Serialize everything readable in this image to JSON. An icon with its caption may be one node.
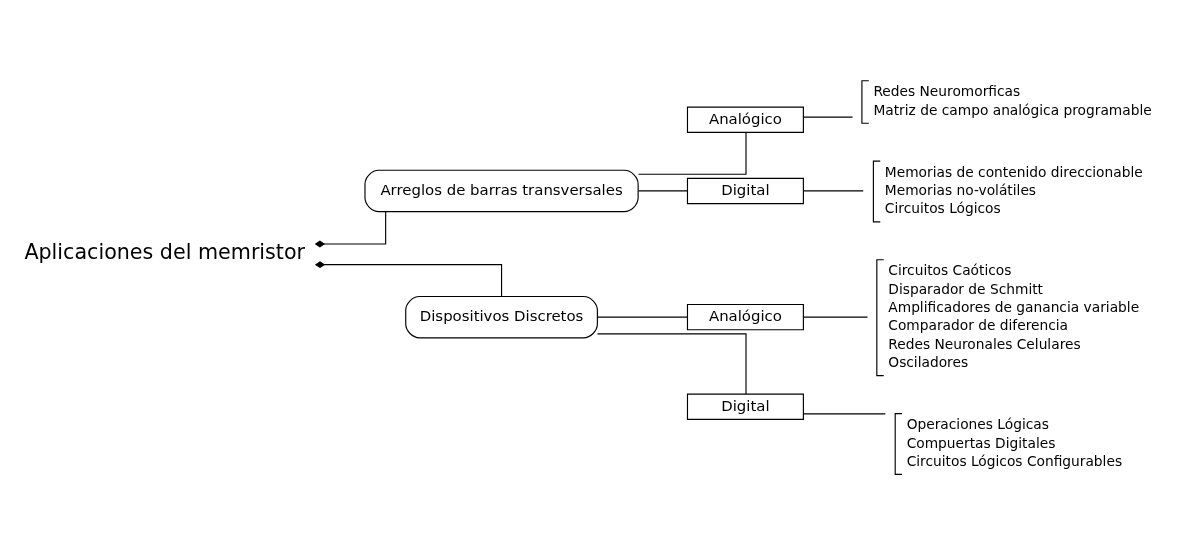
{
  "diagram": {
    "nodes": [
      {
        "text": [
          "Aplicaciones del memristor"
        ]
      },
      {
        "text": [
          "Arreglos de barras transversales"
        ]
      },
      {
        "text": [
          "Analógico"
        ]
      },
      {
        "text": [
          "Redes Neuromorficas",
          "Matriz de campo analógica programable"
        ]
      },
      {
        "text": [
          "Digital"
        ]
      },
      {
        "text": [
          "Memorias de contenido direccionable",
          "Memorias no-volátiles",
          "Circuitos Lógicos"
        ]
      },
      {
        "text": [
          "Dispositivos Discretos"
        ]
      },
      {
        "text": [
          "Analógico"
        ]
      },
      {
        "text": [
          "Circuitos Caóticos",
          "Disparador de Schmitt",
          "Amplificadores de ganancia variable",
          "Comparador de diferencia",
          "Redes Neuronales Celulares",
          "Osciladores"
        ]
      },
      {
        "text": [
          "Digital"
        ]
      },
      {
        "text": [
          "Operaciones Lógicas",
          "Compuertas Digitales",
          "Circuitos Lógicos Configurables"
        ]
      }
    ],
    "edges": [
      {
        "from": 0,
        "to": 1,
        "arrow": "other"
      },
      {
        "from": 0,
        "to": 6,
        "arrow": "other"
      },
      {
        "from": 1,
        "to": 2,
        "arrow": "none"
      },
      {
        "from": 2,
        "to": 3,
        "arrow": "none"
      },
      {
        "from": 1,
        "to": 4,
        "arrow": "none"
      },
      {
        "from": 4,
        "to": 5,
        "arrow": "none"
      },
      {
        "from": 6,
        "to": 7,
        "arrow": "none"
      },
      {
        "from": 7,
        "to": 8,
        "arrow": "none"
      },
      {
        "from": 6,
        "to": 9,
        "arrow": "none"
      },
      {
        "from": 9,
        "to": 10,
        "arrow": "none"
      }
    ]
  }
}
